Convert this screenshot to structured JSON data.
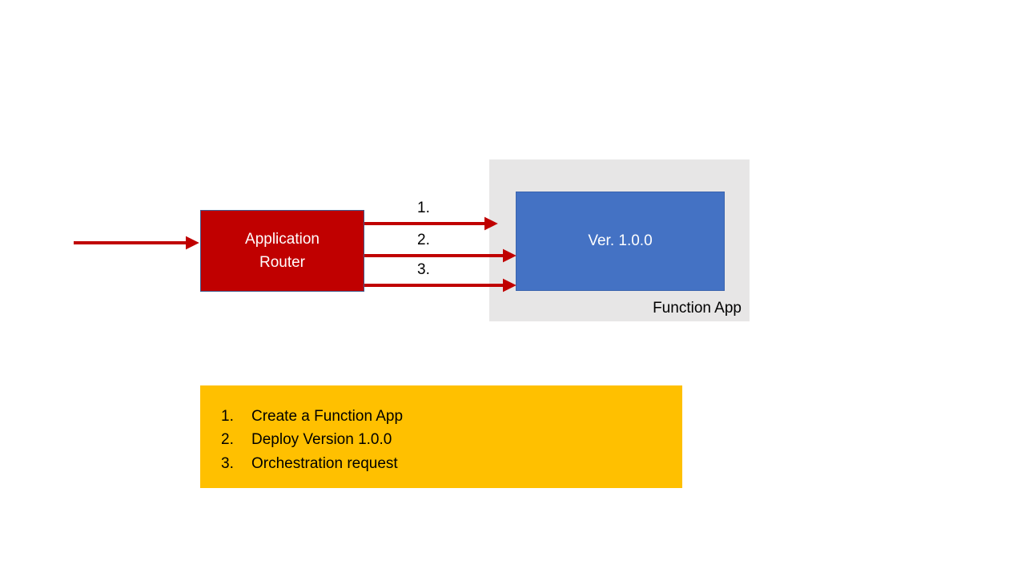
{
  "diagram": {
    "router": {
      "label_line1": "Application",
      "label_line2": "Router",
      "color": "#C00000",
      "text_color": "#FFFFFF"
    },
    "function_app": {
      "container_label": "Function App",
      "container_color": "#E7E6E6",
      "version_box": {
        "label": "Ver. 1.0.0",
        "color": "#4472C4",
        "text_color": "#FFFFFF"
      }
    },
    "arrows": {
      "color": "#C00000",
      "inbound_label": "",
      "steps": [
        {
          "number": "1."
        },
        {
          "number": "2."
        },
        {
          "number": "3."
        }
      ]
    },
    "legend": {
      "color": "#FFC000",
      "text_color": "#000000",
      "items": [
        {
          "marker": "1.",
          "text": "Create a Function App"
        },
        {
          "marker": "2.",
          "text": "Deploy Version 1.0.0"
        },
        {
          "marker": "3.",
          "text": "Orchestration request"
        }
      ]
    }
  }
}
